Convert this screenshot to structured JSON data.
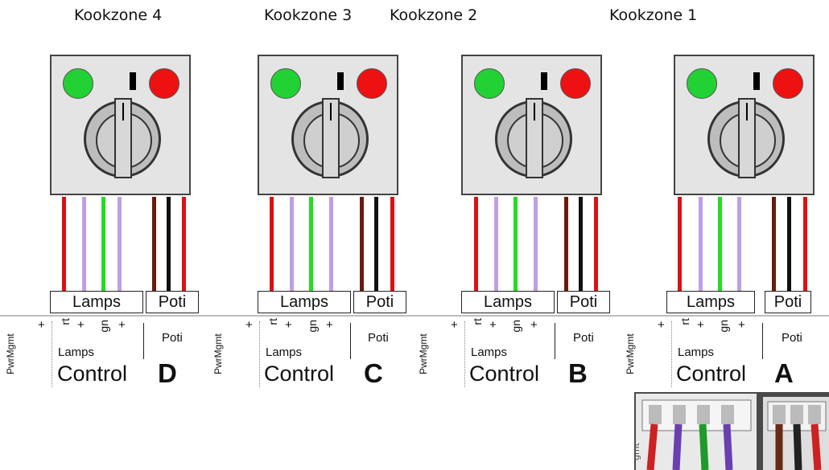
{
  "zones": [
    {
      "id": "zone4",
      "title": "Kookzone 4",
      "lamps_label": "Lamps",
      "poti_label": "Poti",
      "control_label": "Control",
      "letter": "D",
      "pwr_label": "PwrMgmt",
      "rt_label": "rt",
      "gn_label": "gn",
      "plus": "+",
      "lamps_small": "Lamps",
      "poti_small": "Poti"
    },
    {
      "id": "zone3",
      "title": "Kookzone 3",
      "lamps_label": "Lamps",
      "poti_label": "Poti",
      "control_label": "Control",
      "letter": "C",
      "pwr_label": "PwrMgmt",
      "rt_label": "rt",
      "gn_label": "gn",
      "plus": "+",
      "lamps_small": "Lamps",
      "poti_small": "Poti"
    },
    {
      "id": "zone2",
      "title": "Kookzone 2",
      "lamps_label": "Lamps",
      "poti_label": "Poti",
      "control_label": "Control",
      "letter": "B",
      "pwr_label": "PwrMgmt",
      "rt_label": "rt",
      "gn_label": "gn",
      "plus": "+",
      "lamps_small": "Lamps",
      "poti_small": "Poti"
    },
    {
      "id": "zone1",
      "title": "Kookzone 1",
      "lamps_label": "Lamps",
      "poti_label": "Poti",
      "control_label": "Control",
      "letter": "A",
      "pwr_label": "PwrMgmt",
      "rt_label": "rt",
      "gn_label": "gn",
      "plus": "+",
      "lamps_small": "Lamps",
      "poti_small": "Poti"
    }
  ],
  "colors": {
    "lamp_wires": [
      "#dd1111",
      "#c09ee6",
      "#22dd22",
      "#c09ee6"
    ],
    "poti_wires": [
      "#6b1a0e",
      "#111111",
      "#dd1111"
    ],
    "led_on": "#22d133",
    "led_alert": "#ee1111",
    "device_body": "#e4e4e4"
  },
  "photo": {
    "label": "gmt"
  }
}
